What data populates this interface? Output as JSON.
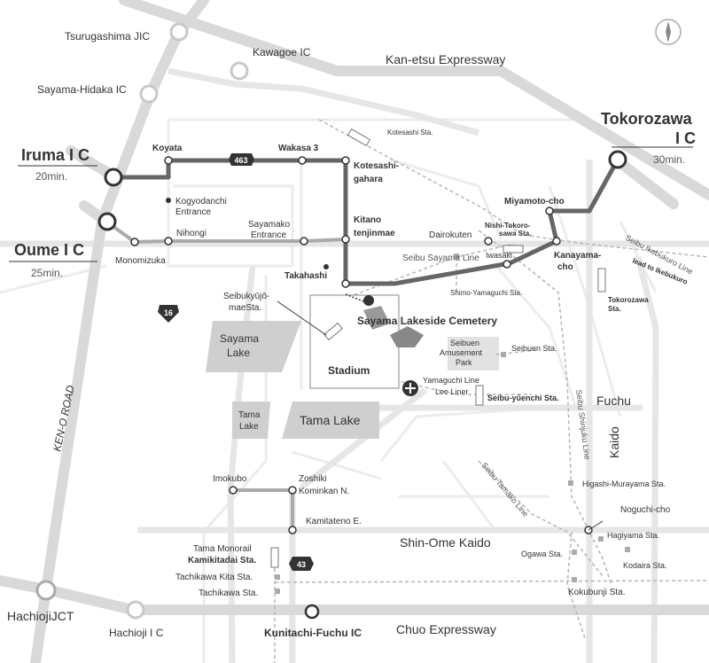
{
  "colors": {
    "expressway": "#d9d9d9",
    "road": "#eaeaea",
    "route": "#666666",
    "lake": "#c8c8c8",
    "rail": "#b9b9b9",
    "text": "#333333"
  },
  "icons": {
    "compass": "compass-icon",
    "hospital": "plus-icon",
    "route_463": "463",
    "route_16": "16",
    "route_43": "43"
  },
  "interchanges": {
    "tsurugashima": "Tsurugashima JIC",
    "kawagoe": "Kawagoe IC",
    "sayama_hidaka": "Sayama-Hidaka IC",
    "iruma": "Iruma I C",
    "iruma_time": "20min.",
    "oume": "Oume I C",
    "oume_time": "25min.",
    "tokorozawa_1": "Tokorozawa",
    "tokorozawa_2": "I C",
    "tokorozawa_time": "30min.",
    "hachioji_jct": "HachiojiJCT",
    "hachioji_ic": "Hachioji I C",
    "kunitachi": "Kunitachi-Fuchu IC"
  },
  "roads": {
    "kan_etsu": "Kan-etsu Expressway",
    "chuo": "Chuo Expressway",
    "ken_o": "KEN-O ROAD",
    "shin_ome": "Shin-Ome Kaido",
    "fuchu_1": "Fuchu",
    "fuchu_2": "Kaido"
  },
  "intersections": {
    "koyata": "Koyata",
    "wakasa": "Wakasa 3",
    "kotesashi_1": "Kotesashi-",
    "kotesashi_2": "gahara",
    "kitano_1": "Kitano",
    "kitano_2": "tenjinmae",
    "takahashi": "Takahashi",
    "kogyo_1": "Kogyodanchi",
    "kogyo_2": "Entrance",
    "nihongi": "Nihongi",
    "sayamako_1": "Sayamako",
    "sayamako_2": "Entrance",
    "monomizuka": "Monomizuka",
    "miyamoto": "Miyamoto-cho",
    "kanayama_1": "Kanayama-",
    "kanayama_2": "cho",
    "iwasaki": "Iwasaki",
    "imokubo": "Imokubo",
    "zoshiki_1": "Zoshiki",
    "zoshiki_2": "Kominkan N.",
    "kamitateno": "Kamitateno E.",
    "noguchi": "Noguchi-cho"
  },
  "stations": {
    "kotesashi": "Kotesashi Sta.",
    "dairokuten": "Dairokuten",
    "nishi_1": "Nishi-Tokoro-",
    "nishi_2": "sawa Sta.",
    "seibu_sayama_line": "Seibu Sayama Line",
    "shimo_yamaguchi": "Shimo-Yamaguchi Sta.",
    "ikebukuro_line": "Seibu Ikebukuro Line",
    "lead_ikebukuro": "lead to Ikebukuro",
    "tokorozawa_1": "Tokorozawa",
    "tokorozawa_2": "Sta.",
    "seibukyujo_1": "Seibukyūjō-",
    "seibukyujo_2": "maeSta.",
    "seibuen": "Seibuen Sta.",
    "yamaguchi_line": "Yamaguchi Line",
    "leo_liner": "Leo Liner",
    "seibu_yuenchi": "Seibu-yūenchi Sta.",
    "shinjuku_line": "Seibu Shinjuku Line",
    "tamako_line": "Seibu Tamako Line",
    "higashi_murayama": "Higashi-Murayama Sta.",
    "hagiyama": "Hagiyama Sta.",
    "ogawa": "Ogawa Sta.",
    "kodaira": "Kodaira Sta.",
    "kokubunji": "Kokubunji Sta.",
    "tama_monorail": "Tama Monorail",
    "kamikitadai": "Kamikitadai Sta.",
    "tachikawa_kita": "Tachikawa Kita Sta.",
    "tachikawa": "Tachikawa Sta."
  },
  "landmarks": {
    "cemetery": "Sayama Lakeside Cemetery",
    "stadium": "Stadium",
    "amusement_1": "Seibuen",
    "amusement_2": "Amusement",
    "amusement_3": "Park",
    "sayama_lake_1": "Sayama",
    "sayama_lake_2": "Lake",
    "tama_lake_small_1": "Tama",
    "tama_lake_small_2": "Lake",
    "tama_lake": "Tama Lake"
  }
}
